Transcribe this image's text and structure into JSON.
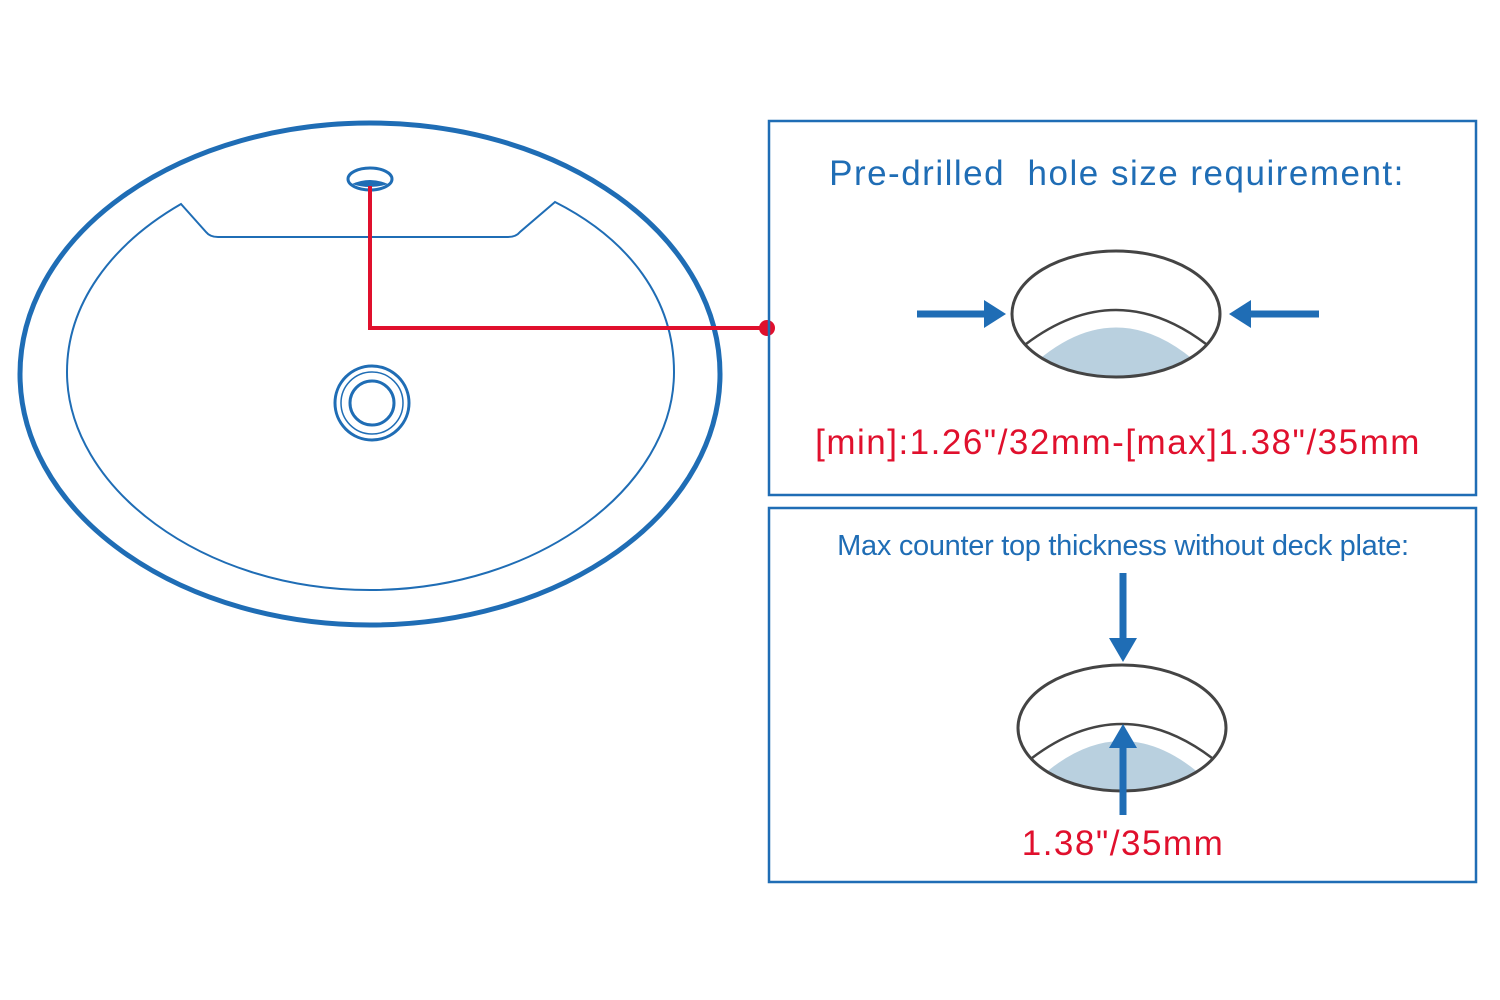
{
  "colors": {
    "blue": "#1f6db5",
    "red": "#e0102d",
    "hole_fill": "#b9d0df",
    "hole_outline": "#444444",
    "background": "#ffffff"
  },
  "hole_size_panel": {
    "title": "Pre-drilled  hole size requirement:",
    "spec": "[min]:1.26\"/32mm-[max]1.38\"/35mm"
  },
  "thickness_panel": {
    "title": "Max counter top thickness without deck plate:",
    "spec": "1.38\"/35mm"
  }
}
